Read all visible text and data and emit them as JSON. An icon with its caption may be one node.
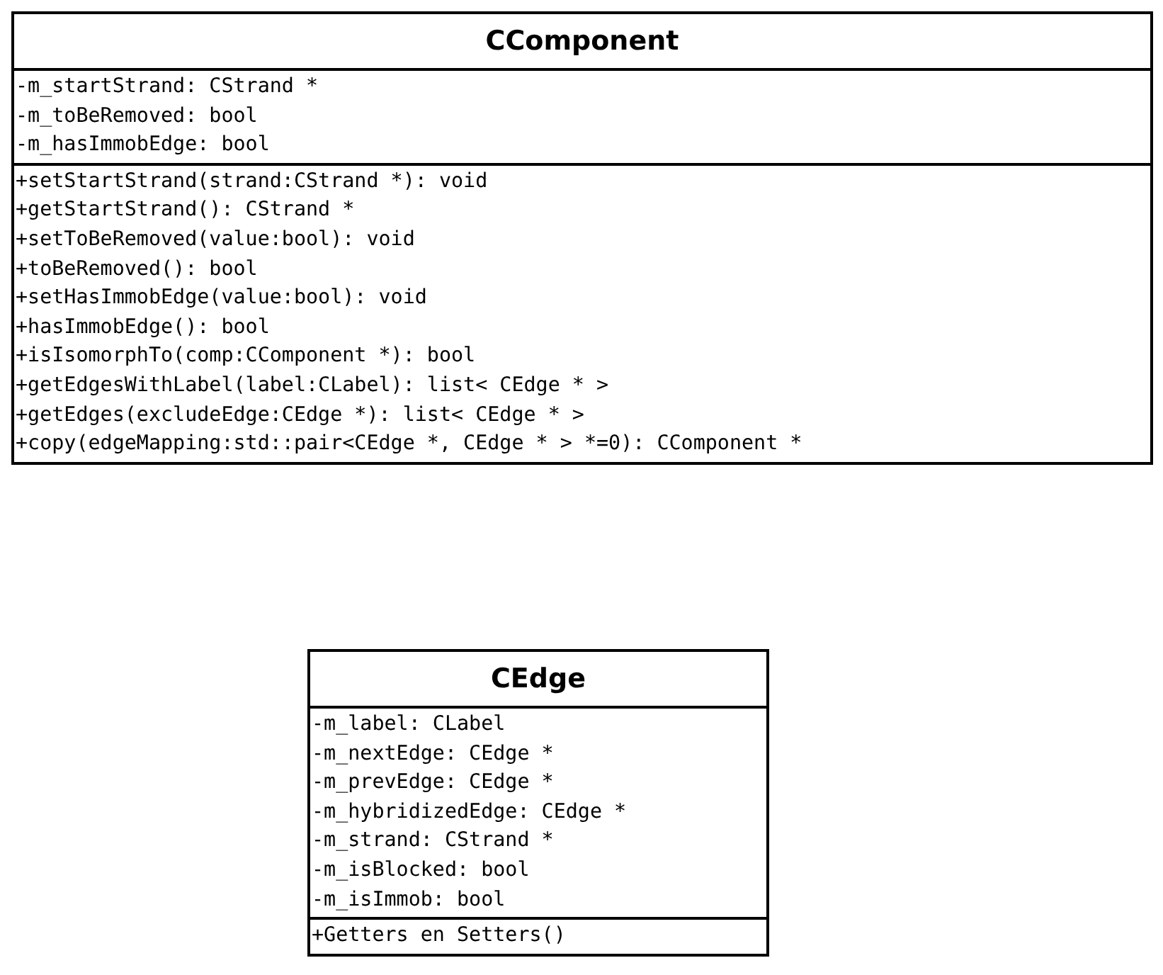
{
  "diagram": {
    "nodes": [
      {
        "text": [
          "CComponent",
          "-m_startStrand: CStrand *",
          "-m_toBeRemoved: bool",
          "-m_hasImmobEdge: bool",
          "+setStartStrand(strand:CStrand *): void",
          "+getStartStrand(): CStrand *",
          "+setToBeRemoved(value:bool): void",
          "+toBeRemoved(): bool",
          "+setHasImmobEdge(value:bool): void",
          "+hasImmobEdge(): bool",
          "+isIsomorphTo(comp:CComponent *): bool",
          "+getEdgesWithLabel(label:CLabel): list< CEdge * >",
          "+getEdges(excludeEdge:CEdge *): list< CEdge * >",
          "+copy(edgeMapping:std::pair<CEdge *, CEdge * > *=0): CComponent *"
        ]
      },
      {
        "text": [
          "CEdge",
          "-m_label: CLabel",
          "-m_nextEdge: CEdge *",
          "-m_prevEdge: CEdge *",
          "-m_hybridizedEdge: CEdge *",
          "-m_strand: CStrand *",
          "-m_isBlocked: bool",
          "-m_isImmob: bool",
          "+Getters en Setters()"
        ]
      }
    ]
  }
}
